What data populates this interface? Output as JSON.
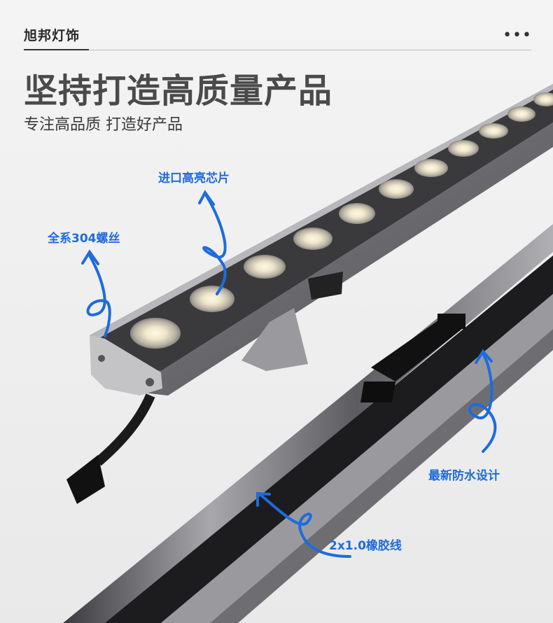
{
  "header": {
    "brand": "旭邦灯饰",
    "menu_icon": "more-dots-icon",
    "title": "坚持打造高质量产品",
    "subtitle": "专注高品质 打造好产品"
  },
  "callouts": {
    "chip": "进口高亮芯片",
    "screws": "全系304螺丝",
    "waterproof": "最新防水设计",
    "cable": "2x1.0橡胶线"
  },
  "colors": {
    "accent": "#1e6bdc",
    "text": "#4a4a4a"
  }
}
